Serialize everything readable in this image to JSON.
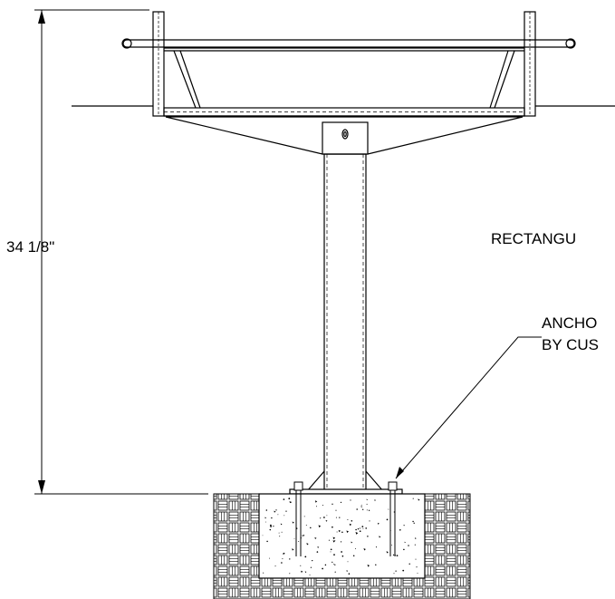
{
  "drawing": {
    "dimension_label": "34 1/8\"",
    "callout_rectangular": "RECTANGU",
    "callout_anchor_line1": "ANCHO",
    "callout_anchor_line2": "BY CUS"
  }
}
